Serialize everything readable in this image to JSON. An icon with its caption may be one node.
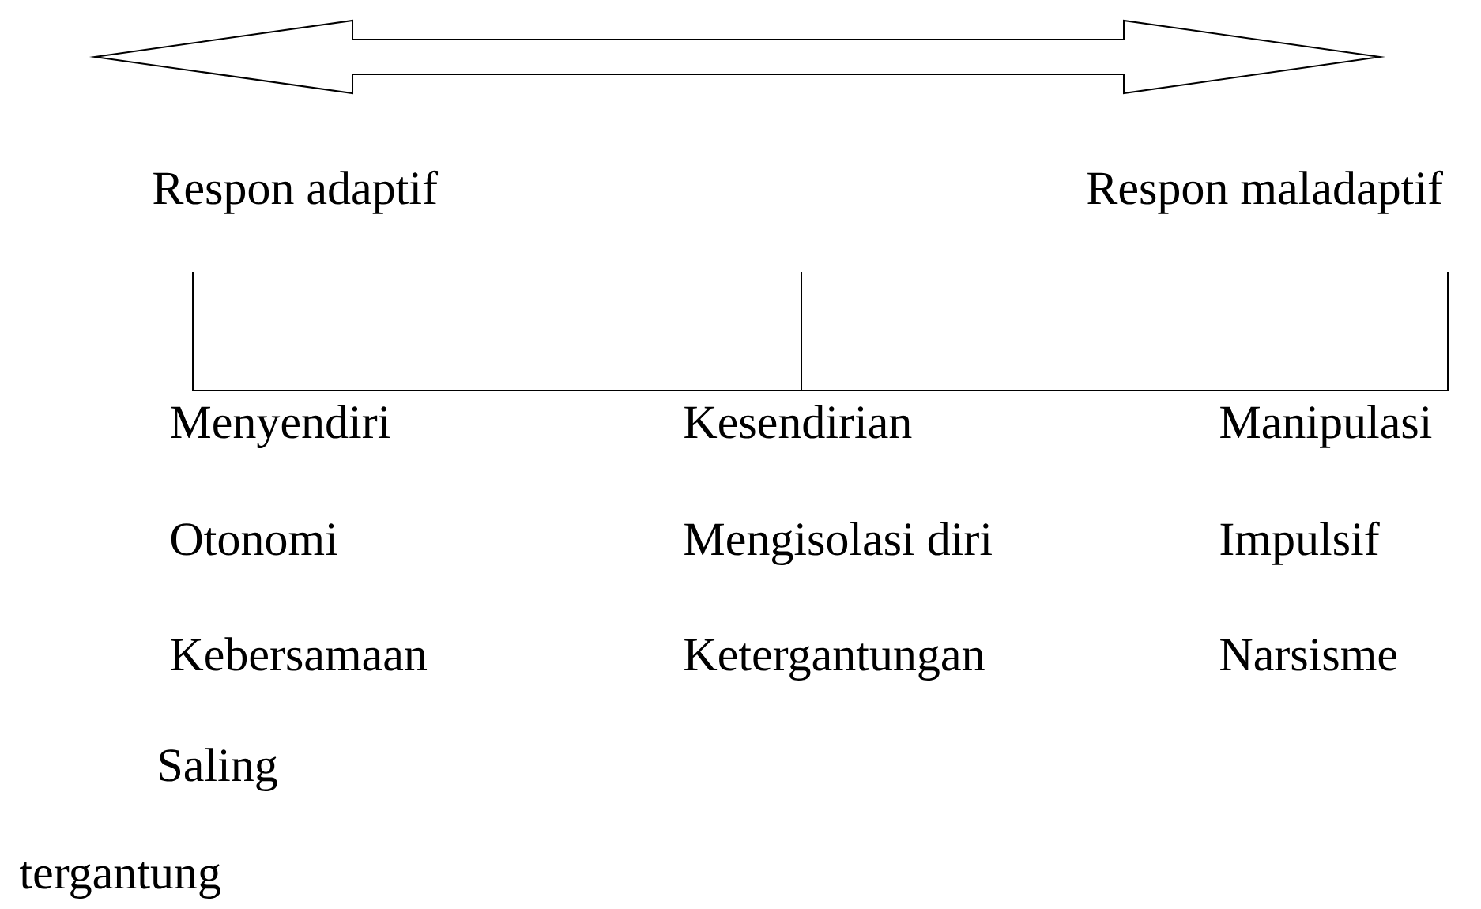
{
  "diagram": {
    "labels": [
      "Respon adaptif",
      "Respon maladaptif",
      "Menyendiri",
      "Kesendirian",
      "Manipulasi",
      "Otonomi",
      "Mengisolasi diri",
      "Impulsif",
      "Kebersamaan",
      "Ketergantungan",
      "Narsisme",
      "Saling tergantung"
    ]
  }
}
